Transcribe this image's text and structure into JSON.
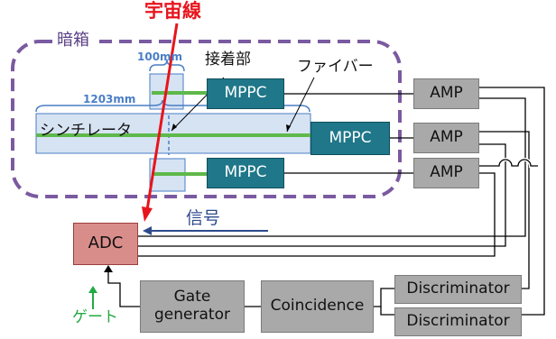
{
  "labels": {
    "cosmic_ray": "宇宙線",
    "dark_box": "暗箱",
    "width_100": "100mm",
    "length_1203": "1203mm",
    "joint": "接着部",
    "fiber": "ファイバー",
    "scintillator": "シンチレータ",
    "signal": "信号",
    "gate": "ゲート"
  },
  "boxes": {
    "mppc_top": "MPPC",
    "mppc_mid": "MPPC",
    "mppc_bottom": "MPPC",
    "amp_top": "AMP",
    "amp_mid": "AMP",
    "amp_bottom": "AMP",
    "adc": "ADC",
    "gate_generator": "Gate\ngenerator",
    "coincidence": "Coincidence",
    "discriminator_top": "Discriminator",
    "discriminator_bottom": "Discriminator"
  },
  "colors": {
    "cosmic_ray": "#e8141c",
    "dark_box_border": "#7a5aa0",
    "dimension": "#4a7ec6",
    "scintillator_fill": "#d6e3f3",
    "fiber": "#5fb84a",
    "mppc": "#1f7789",
    "amp": "#a9a9a9",
    "adc": "#d98d8b",
    "signal_arrow": "#2e4b8e",
    "gate_text": "#22aa44"
  }
}
